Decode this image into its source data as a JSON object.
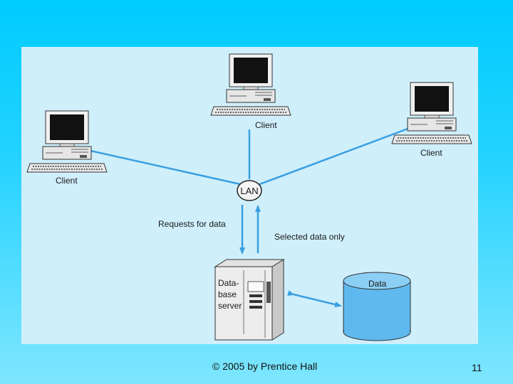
{
  "diagram": {
    "clients": [
      "Client",
      "Client",
      "Client"
    ],
    "lan_label": "LAN",
    "request_label": "Requests for data",
    "response_label": "Selected data only",
    "server_label_lines": [
      "Data-",
      "base",
      "server"
    ],
    "data_label": "Data"
  },
  "footer": {
    "copyright": "© 2005 by Prentice Hall",
    "page_number": "11"
  },
  "colors": {
    "background_top": "#00ccff",
    "background_bottom": "#7fe6ff",
    "panel": "#cfeffb",
    "link": "#3a9fe0",
    "cylinder": "#5fb9ee"
  }
}
